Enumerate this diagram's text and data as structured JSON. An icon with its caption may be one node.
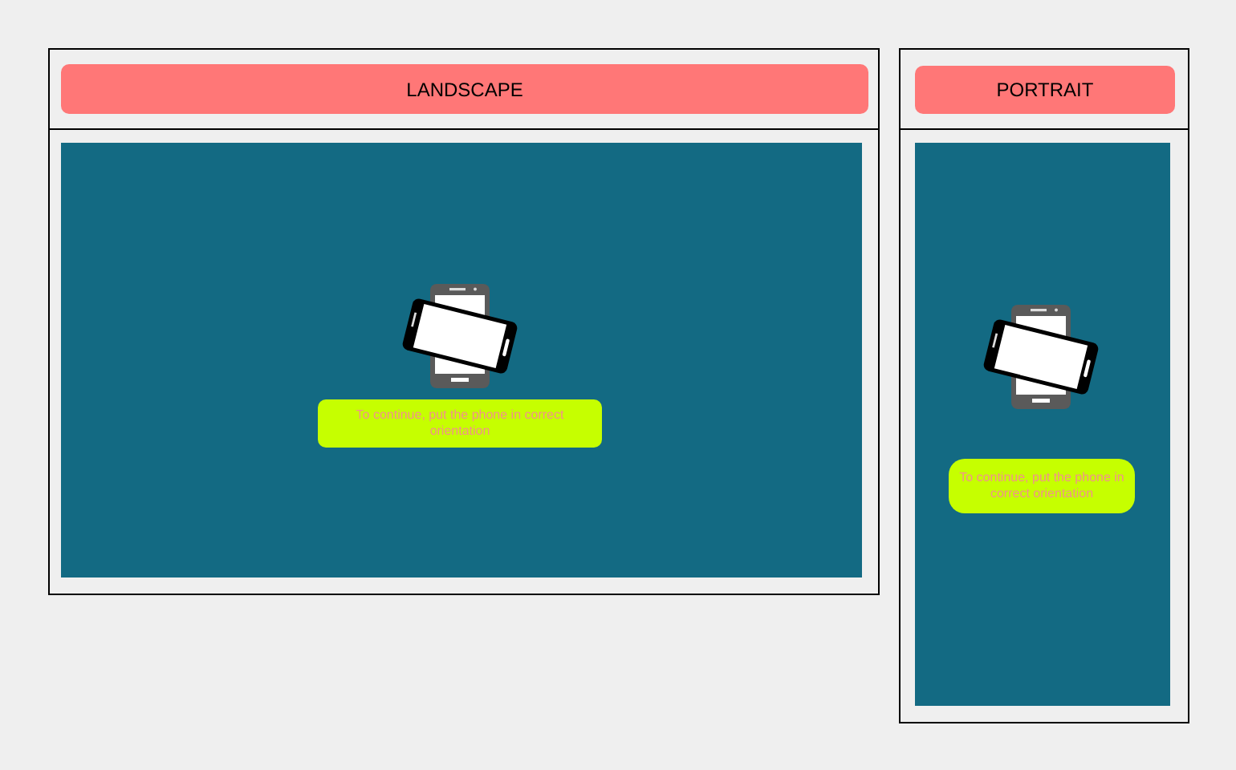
{
  "diagram": {
    "nodes": [
      {
        "text": [],
        "shape": "box"
      },
      {
        "text": [
          "LANDSCAPE"
        ],
        "in": 0
      },
      {
        "text": [],
        "shape": "box",
        "in": 0
      },
      {
        "text": [
          "To continue, put the phone in correct orientation"
        ],
        "in": 2
      },
      {
        "text": [],
        "shape": "box"
      },
      {
        "text": [
          "PORTRAIT"
        ],
        "in": 4
      },
      {
        "text": [],
        "shape": "box",
        "in": 4
      },
      {
        "text": [
          "To continue, put the phone in correct orientation"
        ],
        "in": 6
      }
    ]
  }
}
